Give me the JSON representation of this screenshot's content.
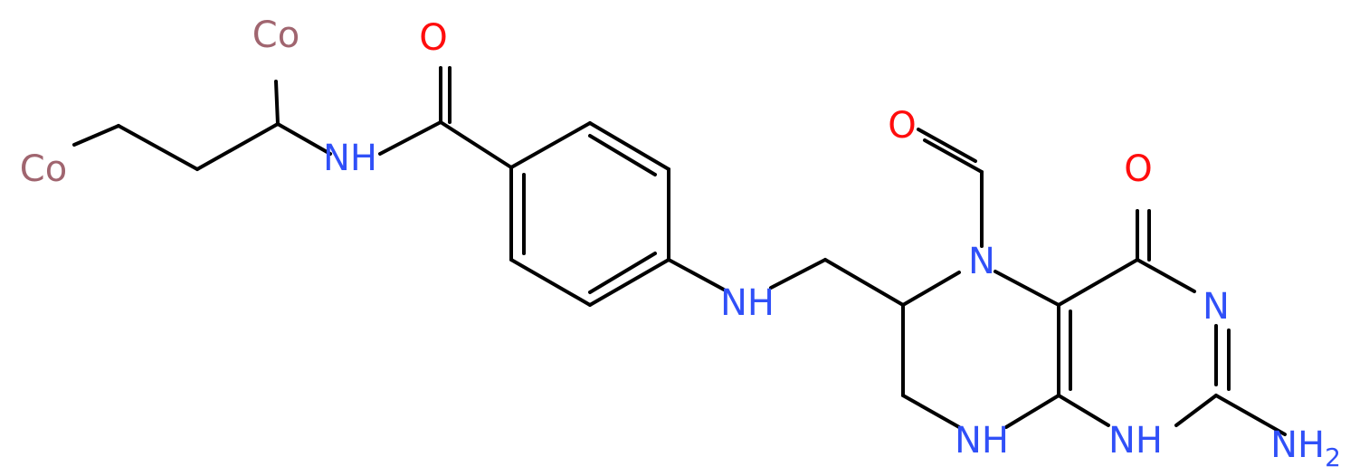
{
  "colors": {
    "background": "#ffffff",
    "bond": "#000000",
    "oxygen": "#ff0d0d",
    "nitrogen": "#3050f8",
    "cobalt": "#a0656f"
  },
  "atoms": [
    {
      "id": "co_top",
      "text": "Co",
      "element": "cobalt"
    },
    {
      "id": "co_left",
      "text": "Co",
      "element": "cobalt"
    },
    {
      "id": "o_amide",
      "text": "O",
      "element": "oxygen"
    },
    {
      "id": "nh_amide",
      "text": "NH",
      "element": "nitrogen"
    },
    {
      "id": "nh_link",
      "text": "NH",
      "element": "nitrogen"
    },
    {
      "id": "o_formyl",
      "text": "O",
      "element": "oxygen"
    },
    {
      "id": "n5",
      "text": "N",
      "element": "nitrogen"
    },
    {
      "id": "o_keto",
      "text": "O",
      "element": "oxygen"
    },
    {
      "id": "n3",
      "text": "N",
      "element": "nitrogen"
    },
    {
      "id": "nh8",
      "text": "NH",
      "element": "nitrogen"
    },
    {
      "id": "nh1",
      "text": "NH",
      "element": "nitrogen"
    },
    {
      "id": "nh2",
      "text": "NH",
      "sub": "2",
      "element": "nitrogen"
    }
  ]
}
